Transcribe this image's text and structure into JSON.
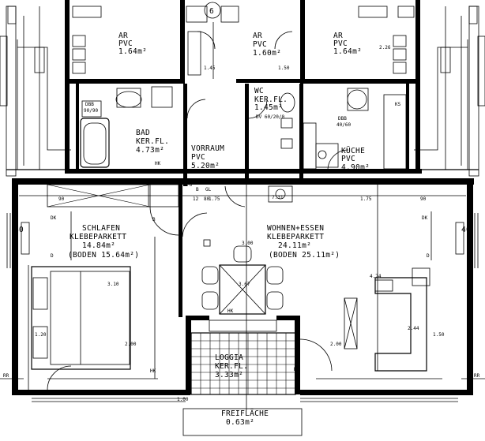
{
  "rooms": {
    "abstellraum_1": {
      "name": "AR",
      "floor": "PVC",
      "area": "1.64m²"
    },
    "abstellraum_2": {
      "name": "AR",
      "floor": "PVC",
      "area": "1.60m²"
    },
    "abstellraum_3": {
      "name": "AR",
      "floor": "PVC",
      "area": "1.64m²"
    },
    "wc": {
      "name": "WC",
      "floor": "KER.FL.",
      "area": "1.45m²"
    },
    "bad": {
      "name": "BAD",
      "floor": "KER.FL.",
      "area": "4.73m²"
    },
    "vorraum": {
      "name": "VORRAUM",
      "floor": "PVC",
      "area": "5.20m²"
    },
    "kueche": {
      "name": "KÜCHE",
      "floor": "PVC",
      "area": "4.90m²"
    },
    "schlafen": {
      "name": "SCHLAFEN",
      "floor": "KLEBEPARKETT",
      "area": "14.84m²",
      "note": "(BODEN 15.64m²)"
    },
    "wohnen": {
      "name": "WOHNEN+ESSEN",
      "floor": "KLEBEPARKETT",
      "area": "24.11m²",
      "note": "(BODEN 25.11m²)"
    },
    "loggia": {
      "name": "LOGGIA",
      "floor": "KER.FL.",
      "area": "3.33m²"
    },
    "freiflaeche": {
      "name": "FREIFLÄCHE",
      "area": "0.63m²"
    }
  },
  "marks": {
    "stair_no": "6",
    "wc_door": "DV 60/20/0",
    "dbb": "DBB",
    "dbb_size": "40/60",
    "shower_size": "90/90",
    "hk": "HK",
    "rr": "RR",
    "b": "B",
    "gl": "GL",
    "dk": "DK",
    "d": "D",
    "ks": "KS"
  },
  "dimensions": {
    "d40_left": "40",
    "d40_right": "40",
    "d90_a": "90",
    "d90_b": "90",
    "d175_a": "1.75",
    "d175_b": "1.75",
    "d310": "3.10",
    "d300": "3.00",
    "d100": "1.00",
    "d200_a": "2.00",
    "d200_b": "2.00",
    "d150": "1.50",
    "d120": "1.20",
    "d244": "2.44",
    "d474": "4.74",
    "d367": "3.67",
    "d145": "1.45",
    "d150b": "1.50",
    "d76": "76",
    "d12": "12",
    "d80": "80",
    "d731": "7.31",
    "d226": "2.26"
  }
}
